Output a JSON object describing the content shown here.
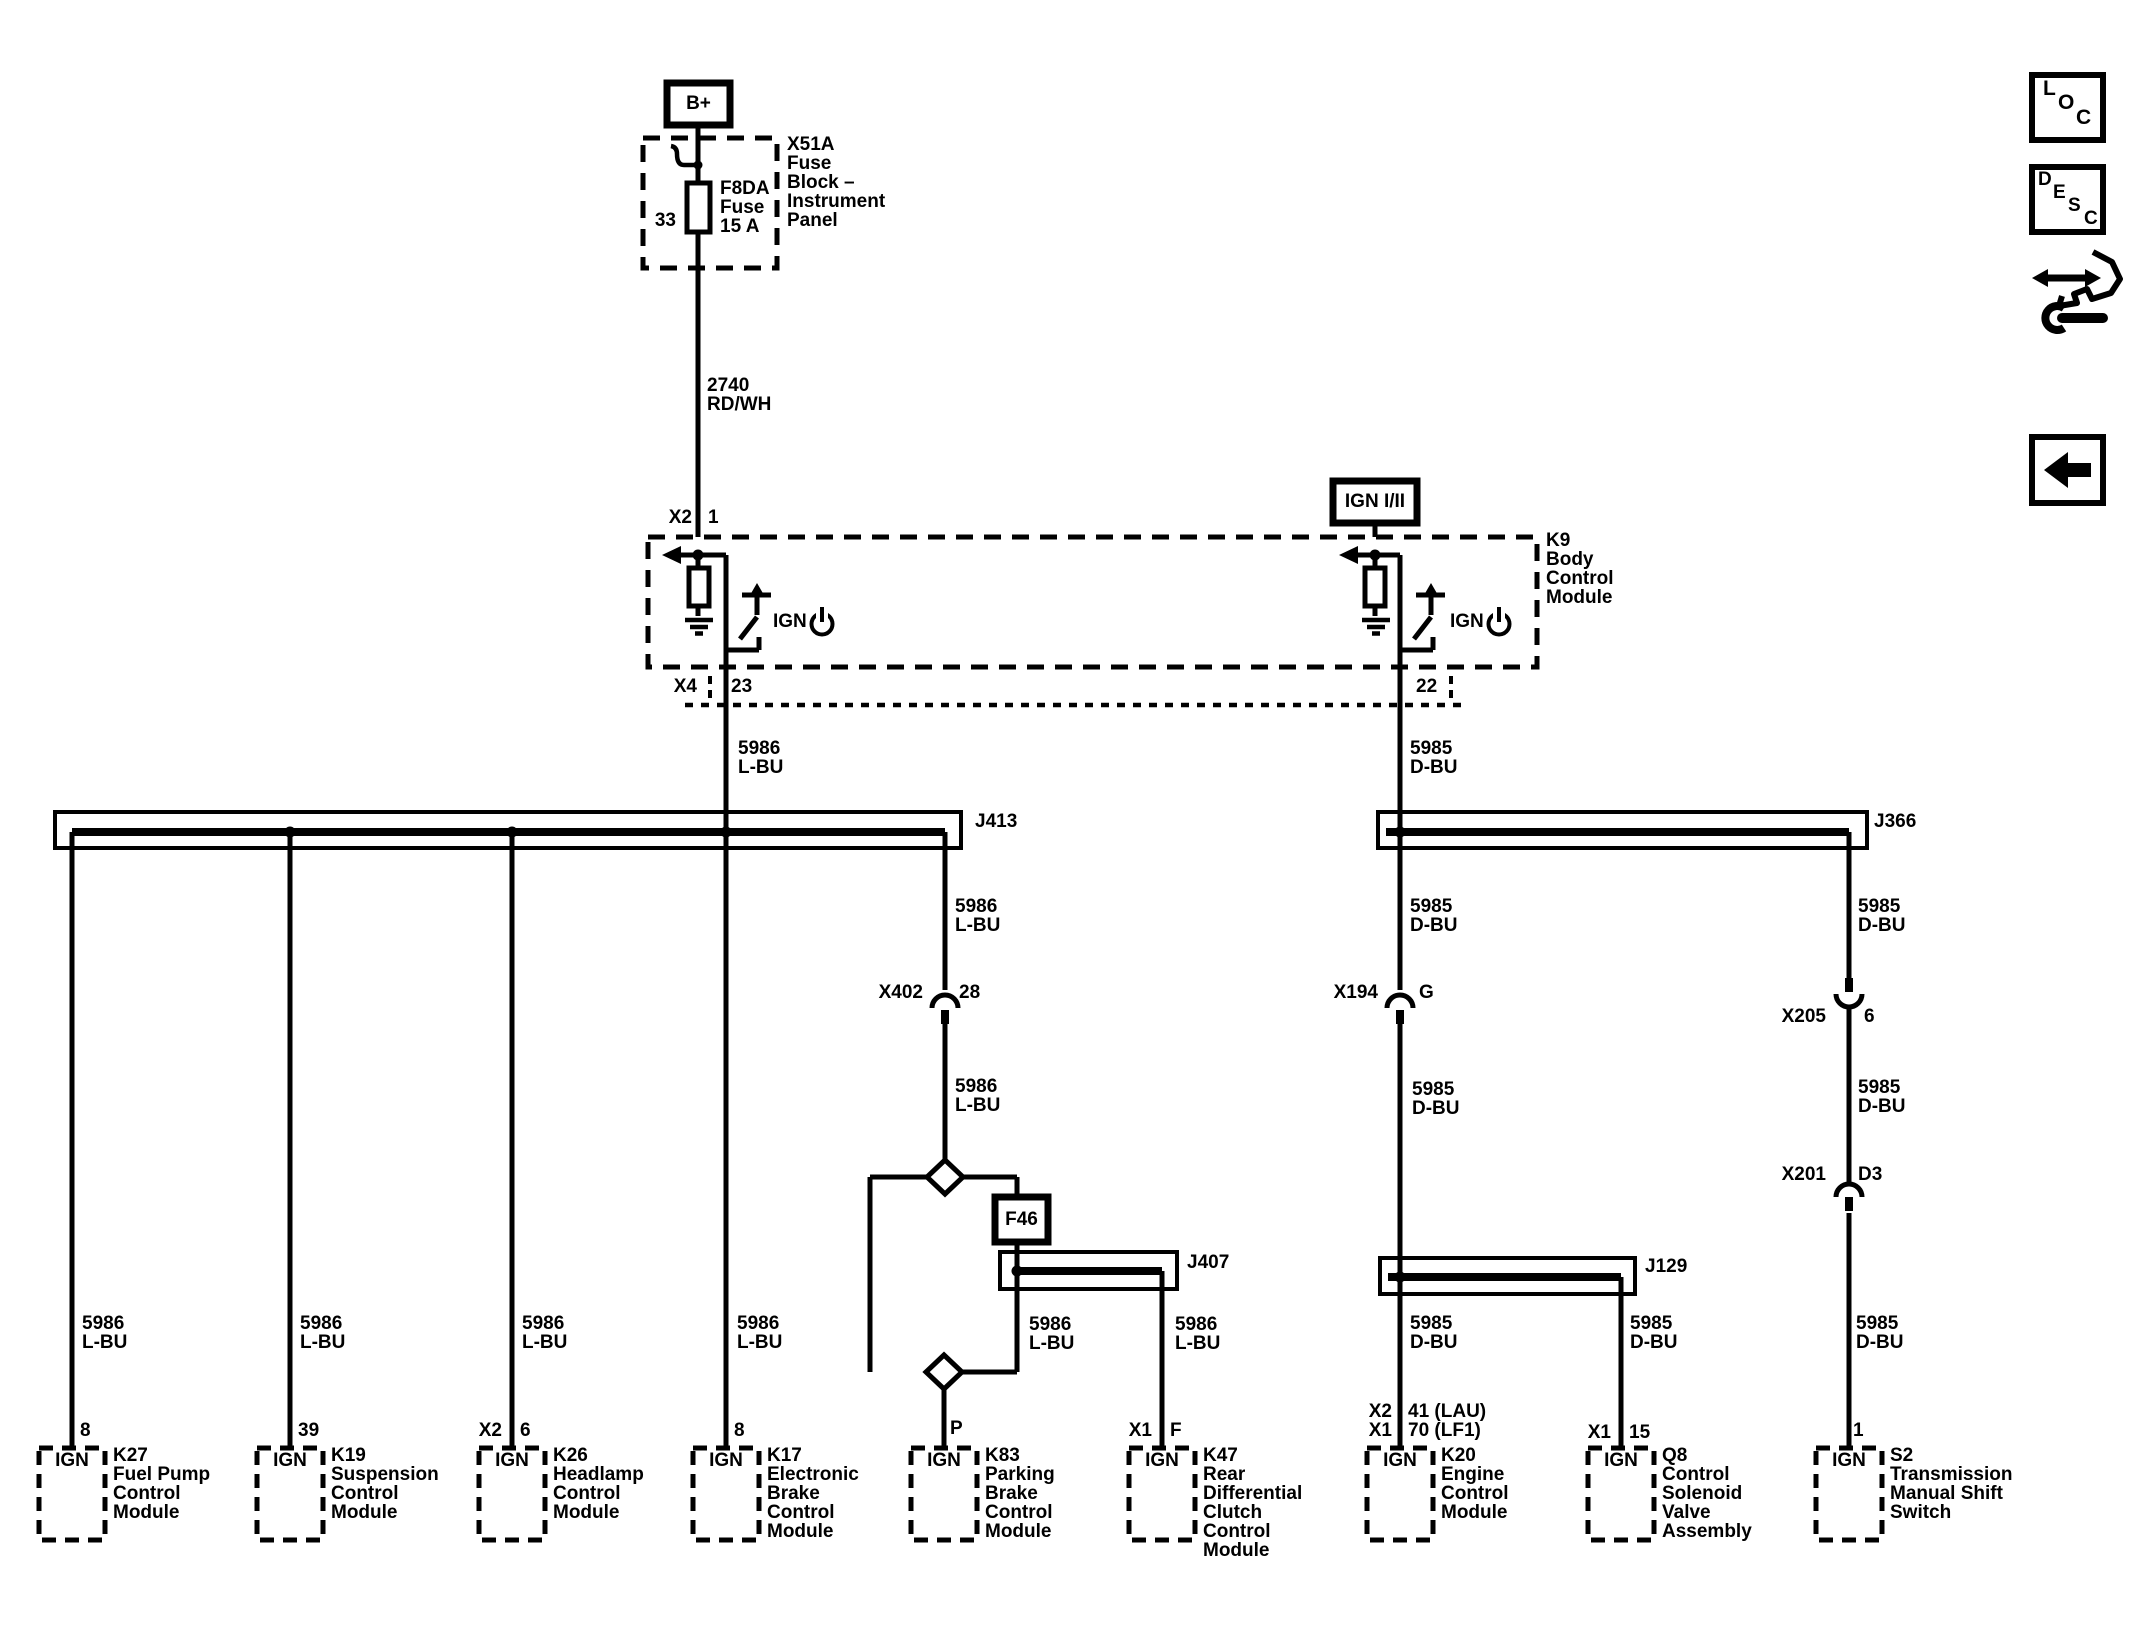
{
  "diagram": {
    "power_label": "B+",
    "ign_switch_label": "IGN I/II",
    "ign_label": "IGN",
    "fuse": {
      "pin": "33",
      "name": "F8DA\nFuse\n15 A",
      "block_name": "X51A\nFuse\nBlock –\nInstrument\nPanel"
    },
    "bcm": {
      "name": "K9\nBody\nControl\nModule",
      "top_conn": "X2",
      "top_pin": "1",
      "bottom_conn": "X4",
      "left_pin": "23",
      "right_pin": "22"
    },
    "wire_2740": "2740\nRD/WH",
    "wire_5986": "5986\nL-BU",
    "wire_5985": "5985\nD-BU",
    "junctions": {
      "j413": "J413",
      "j366": "J366",
      "j407": "J407",
      "j129": "J129"
    },
    "fuse_f46": "F46",
    "connectors": {
      "x402": {
        "name": "X402",
        "pin": "28"
      },
      "x194": {
        "name": "X194",
        "pin": "G"
      },
      "x205": {
        "name": "X205",
        "pin": "6"
      },
      "x201": {
        "name": "X201",
        "pin": "D3"
      }
    },
    "modules": {
      "k27": {
        "pin": "8",
        "name": "K27\nFuel Pump\nControl\nModule"
      },
      "k19": {
        "pin": "39",
        "name": "K19\nSuspension\nControl\nModule"
      },
      "k26": {
        "conn": "X2",
        "pin": "6",
        "name": "K26\nHeadlamp\nControl\nModule"
      },
      "k17": {
        "pin": "8",
        "name": "K17\nElectronic\nBrake\nControl\nModule"
      },
      "k83": {
        "pin": "P",
        "name": "K83\nParking\nBrake\nControl\nModule"
      },
      "k47": {
        "conn": "X1",
        "pin": "F",
        "name": "K47\nRear\nDifferential\nClutch\nControl\nModule"
      },
      "k20": {
        "conn1": "X2",
        "pin1": "41 (LAU)",
        "conn2": "X1",
        "pin2": "70 (LF1)",
        "name": "K20\nEngine\nControl\nModule"
      },
      "q8": {
        "conn": "X1",
        "pin": "15",
        "name": "Q8\nControl\nSolenoid\nValve\nAssembly"
      },
      "s2": {
        "pin": "1",
        "name": "S2\nTransmission\nManual Shift\nSwitch"
      }
    },
    "toolbar": {
      "loc": [
        "L",
        "O",
        "C"
      ],
      "desc": [
        "D",
        "E",
        "S",
        "C"
      ]
    },
    "colors": {
      "ink": "#000000",
      "bg": "#ffffff"
    }
  }
}
